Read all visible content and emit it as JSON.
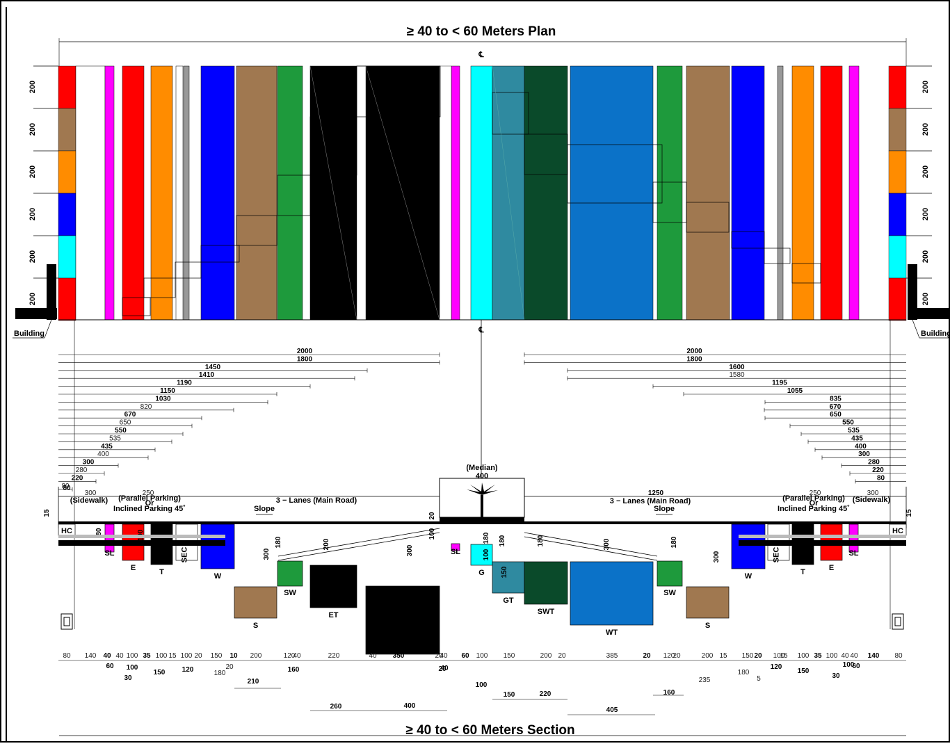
{
  "plan_title": "≥ 40  to  < 60 Meters Plan",
  "section_title": "≥ 40  to  < 60 Meters Section",
  "centerline_symbol": "℄",
  "building_label": "Building",
  "row_height_label": "200",
  "median_label": "(Median)",
  "median_width": "400",
  "main_road_label": "3 − Lanes (Main Road)",
  "parking_label_1": "(Parallel Parking)",
  "parking_label_2": "Or",
  "parking_label_3": "Inclined  Parking  45˚",
  "sidewalk_label": "(Sidewalk)",
  "slope_label": "Slope",
  "utility_labels": {
    "hc": "HC",
    "sl": "SL",
    "e": "E",
    "t": "T",
    "sec": "SEC",
    "w": "W",
    "sw": "SW",
    "s": "S",
    "et": "ET",
    "g": "G",
    "gt": "GT",
    "swt": "SWT",
    "wt": "WT"
  },
  "top_dims_left": [
    "2000",
    "1800",
    "1450",
    "1410",
    "1190",
    "1150",
    "1030",
    "820",
    "670",
    "650",
    "550",
    "535",
    "435",
    "400",
    "300",
    "280",
    "220",
    "80"
  ],
  "top_dims_right": [
    "2000",
    "1800",
    "1600",
    "1580",
    "1195",
    "1055",
    "835",
    "670",
    "650",
    "550",
    "535",
    "435",
    "400",
    "300",
    "280",
    "220",
    "80"
  ],
  "mid_dims_left": [
    "300",
    "250",
    "15"
  ],
  "mid_dims_right": [
    "1250",
    "250",
    "300",
    "15"
  ],
  "bottom_row_left": [
    "80",
    "140",
    "40",
    "40",
    "100",
    "35",
    "100",
    "15",
    "100",
    "20",
    "150",
    "10",
    "200",
    "120",
    "40",
    "220",
    "40",
    "350",
    "20",
    "40",
    "60",
    "100",
    "150",
    "200"
  ],
  "bottom_row_right": [
    "385",
    "20",
    "120",
    "200",
    "15",
    "150",
    "20",
    "100",
    "15",
    "100",
    "35",
    "100",
    "40",
    "40",
    "140",
    "80",
    "20",
    "20"
  ],
  "bottom_sub_left": [
    "60",
    "100",
    "30",
    "150",
    "120",
    "180",
    "20",
    "210",
    "160",
    "260",
    "400",
    "20",
    "40"
  ],
  "bottom_sub_right": [
    "100",
    "150",
    "220",
    "405",
    "160",
    "235",
    "180",
    "5",
    "120",
    "150",
    "30",
    "100",
    "60"
  ],
  "vertical_dims": [
    "15",
    "80",
    "100",
    "180",
    "300",
    "200",
    "300",
    "100",
    "20",
    "180",
    "180",
    "180",
    "300",
    "180",
    "300",
    "150",
    "100",
    "100"
  ],
  "colors": {
    "red": "#ff0000",
    "brown": "#a07850",
    "orange": "#ff8c00",
    "blue": "#0000ff",
    "cyan": "#00ffff",
    "magenta": "#ff00ff",
    "green": "#1e9a3c",
    "black": "#000000",
    "teal": "#2f8aa0",
    "darkgreen": "#0a4a2a",
    "wtblue": "#0b72c8",
    "gray": "#999999"
  }
}
